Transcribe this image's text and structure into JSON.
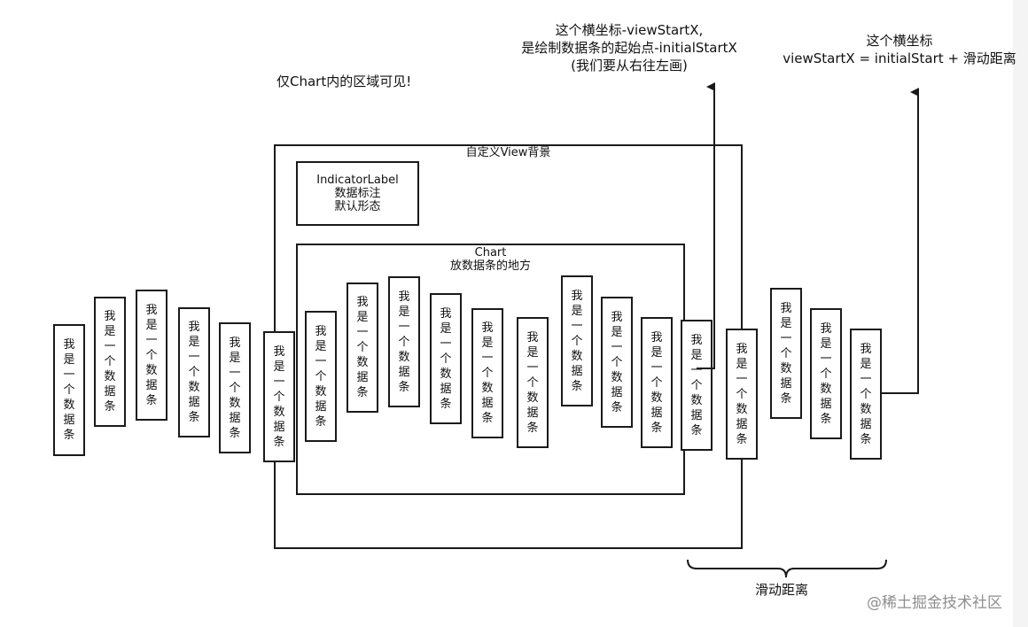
{
  "annotations": {
    "visible_note": "仅Chart内的区域可见!",
    "view_start_top": [
      "这个横坐标-viewStartX,",
      "是绘制数据条的起始点-initialStartX",
      "(我们要从右往左画)"
    ],
    "view_start_right": [
      "这个横坐标",
      "viewStartX = initialStart + 滑动距离"
    ],
    "slide_distance": "滑动距离"
  },
  "custom_view": {
    "title": "自定义View背景"
  },
  "indicator": {
    "line1": "IndicatorLabel",
    "line2": "数据标注",
    "line3": "默认形态"
  },
  "chart": {
    "title": "Chart",
    "subtitle": "放数据条的地方"
  },
  "bar_label": "我是一个数据条",
  "bar_count": 20,
  "watermark": "@稀土掘金技术社区"
}
